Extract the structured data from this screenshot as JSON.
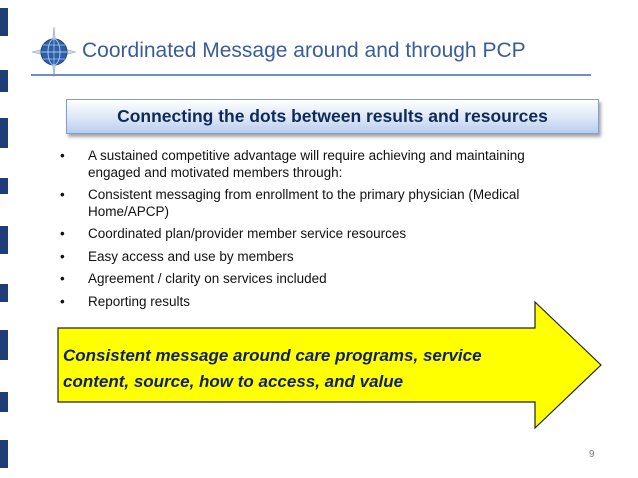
{
  "slide": {
    "title": "Coordinated Message around and through PCP",
    "subtitle": "Connecting the dots between results and resources",
    "bullets": [
      "A sustained competitive advantage will require achieving and maintaining engaged and motivated members through:",
      "Consistent messaging from enrollment to the primary physician (Medical Home/APCP)",
      "Coordinated plan/provider member service resources",
      "Easy access and use by members",
      "Agreement / clarity on services included",
      "Reporting results"
    ],
    "bullet_glyph": "•",
    "callout_lines": [
      "Consistent message around care programs, service",
      "content, source, how to access, and value"
    ],
    "page_number": "9"
  },
  "colors": {
    "title": "#3b5c9b",
    "left_bar_navy": "#1f3e78",
    "subtitle_fill": "#d8e4f5",
    "arrow_fill": "#ffff00",
    "arrow_text": "#0f1f6a",
    "page_number": "#808080"
  },
  "icons": {
    "logo": "globe-logo-icon"
  }
}
